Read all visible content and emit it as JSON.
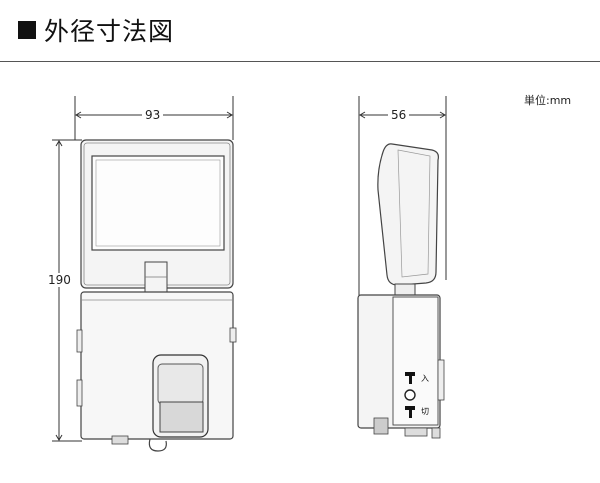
{
  "header": {
    "title": "外径寸法図"
  },
  "unit_label": "単位:mm",
  "dimensions": {
    "front_width": "93",
    "front_height": "190",
    "side_depth": "56"
  },
  "side_switch": {
    "on_label": "入",
    "off_label": "切"
  }
}
